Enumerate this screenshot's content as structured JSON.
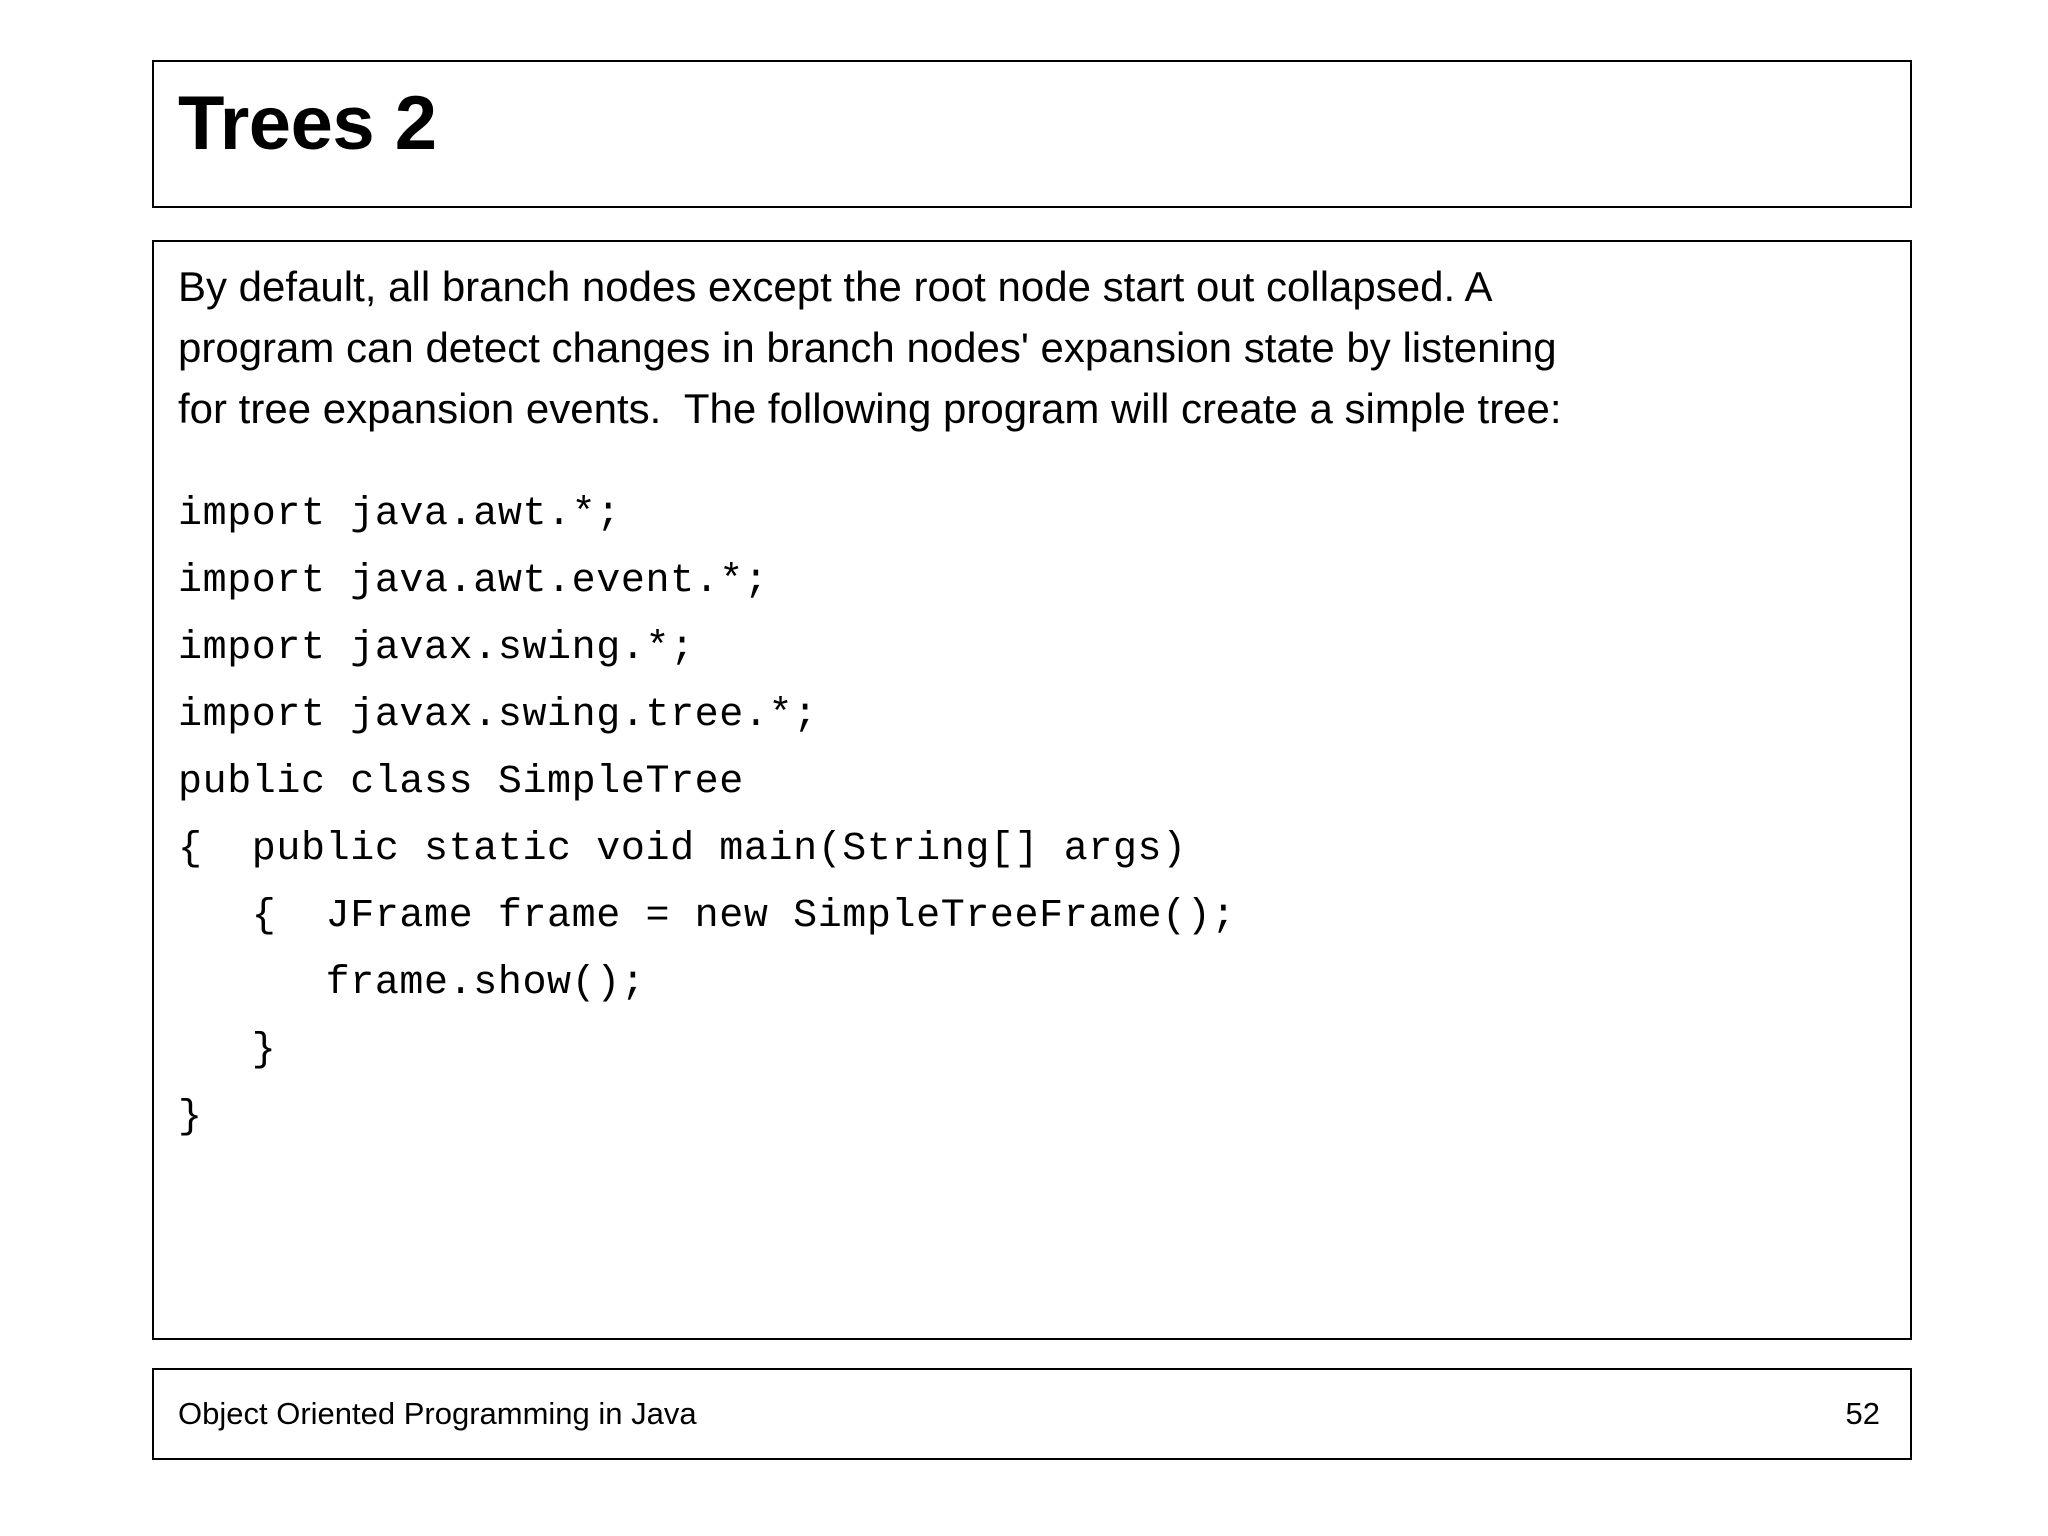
{
  "slide": {
    "title": "Trees 2",
    "paragraph_lines": [
      "By default, all branch nodes except the root node start out collapsed. A",
      "program can detect changes in branch nodes' expansion state by listening",
      "for tree expansion events.  The following program will create a simple tree:"
    ],
    "code_lines": [
      "import java.awt.*;",
      "import java.awt.event.*;",
      "import javax.swing.*;",
      "import javax.swing.tree.*;",
      "public class SimpleTree",
      "{  public static void main(String[] args)",
      "   {  JFrame frame = new SimpleTreeFrame();",
      "      frame.show();",
      "   }",
      "}"
    ],
    "footer": {
      "course": "Object Oriented Programming in Java",
      "page_number": "52"
    }
  },
  "colors": {
    "background": "#ffffff",
    "text": "#000000",
    "border": "#000000"
  }
}
